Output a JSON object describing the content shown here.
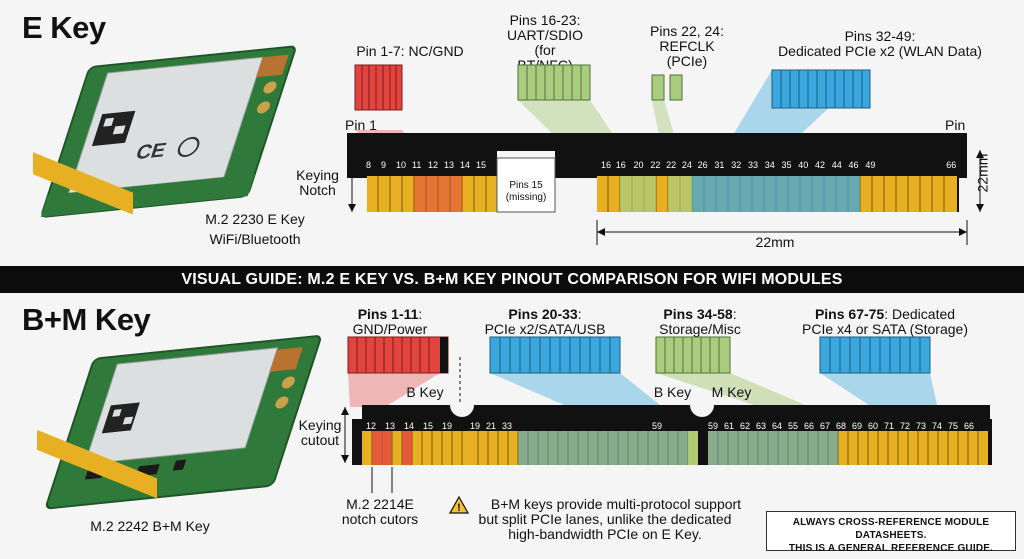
{
  "ekey": {
    "title": "E Key",
    "card_caption_1": "M.2 2230 E Key",
    "card_caption_2": "WiFi/Bluetooth",
    "pin1_label": "Pin 1",
    "pin_end_label": "Pin",
    "keying_notch_1": "Keying",
    "keying_notch_2": "Notch",
    "missing_1": "Pins 15",
    "missing_2": "(missing)",
    "width_label": "22mm",
    "height_label": "22mm",
    "groups": [
      {
        "line1": "Pin 1-7: NC/GND",
        "line2": "",
        "line3": ""
      },
      {
        "line1": "Pins 16-23:",
        "line2": "UART/SDIO",
        "line3": "(for BT/NFC)"
      },
      {
        "line1": "Pins 22, 24:",
        "line2": "REFCLK",
        "line3": "(PCIe)"
      },
      {
        "line1": "Pins 32-49:",
        "line2": "Dedicated PCIe x2 (WLAN Data)",
        "line3": ""
      }
    ],
    "pin_numbers_left": [
      "8",
      "9",
      "10",
      "11",
      "12",
      "13",
      "14",
      "15"
    ],
    "pin_numbers_right": [
      "16",
      "16",
      "20",
      "22",
      "22",
      "24",
      "26",
      "31",
      "32",
      "33",
      "34",
      "35",
      "40",
      "42",
      "44",
      "46",
      "49",
      "66"
    ]
  },
  "banner": "VISUAL GUIDE: M.2 E KEY VS. B+M KEY PINOUT COMPARISON FOR WIFI MODULES",
  "bmkey": {
    "title": "B+M Key",
    "card_caption": "M.2 2242 B+M Key",
    "keying_cutout_1": "Keying",
    "keying_cutout_2": "cutout",
    "b_key": "B Key",
    "b_key_2": "B Key",
    "m_key": "M Key",
    "notch_caption_1": "M.2 2214E",
    "notch_caption_2": "notch cutors",
    "groups": [
      {
        "bold": "Pins 1-11",
        "rest": ":",
        "line2": "GND/Power"
      },
      {
        "bold": "Pins 20-33",
        "rest": ":",
        "line2": "PCIe x2/SATA/USB"
      },
      {
        "bold": "Pins 34-58",
        "rest": ":",
        "line2": "Storage/Misc"
      },
      {
        "bold": "Pins 67-75",
        "rest": ": Dedicated",
        "line2": "PCIe x4 or SATA (Storage)"
      }
    ],
    "pin_numbers_left": [
      "12",
      "13",
      "14",
      "15",
      "19"
    ],
    "pin_numbers_mid": [
      "19",
      "21",
      "33",
      "59"
    ],
    "pin_numbers_right": [
      "59",
      "61",
      "62",
      "63",
      "64",
      "55",
      "66",
      "67",
      "68",
      "69",
      "60",
      "71",
      "72",
      "73",
      "74",
      "75",
      "66"
    ],
    "warning_1": "B+M keys provide multi-protocol support",
    "warning_2": "but split PCIe lanes, unlike the dedicated",
    "warning_3": "high-bandwidth PCIe on E Key."
  },
  "note_1": "ALWAYS CROSS-REFERENCE MODULE DATASHEETS.",
  "note_2": "THIS IS A GENERAL REFERENCE GUIDE.",
  "colors": {
    "red": "#e2453f",
    "green": "#a9cc7e",
    "blue": "#3ba7df",
    "gold": "#e6b022",
    "pcb": "#2f7a3a"
  }
}
